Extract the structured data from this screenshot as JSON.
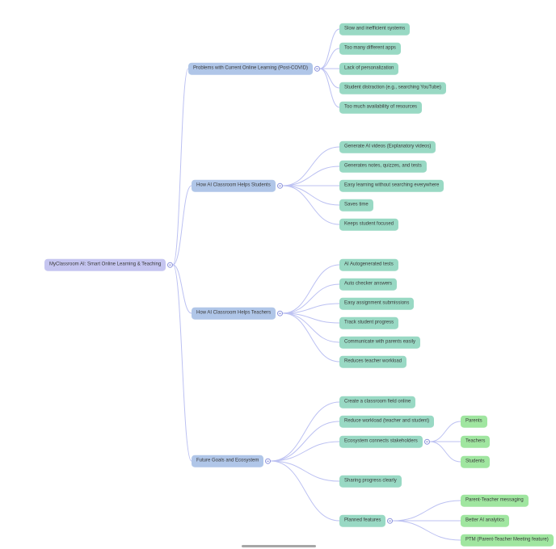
{
  "theme": {
    "background": "#ffffff",
    "root_color": "#c5c5f0",
    "branch_color": "#b0c6e8",
    "leaf_color": "#99d9c4",
    "subleaf_color": "#a0e6a0",
    "connector_color": "#bcc1f2",
    "text_color": "#3a3a3a"
  },
  "tree": {
    "label": "MyClassroom AI: Smart Online Learning & Teaching",
    "children": [
      {
        "label": "Problems with Current Online Learning (Post-COVID)",
        "children": [
          {
            "label": "Slow and inefficient systems"
          },
          {
            "label": "Too many different apps"
          },
          {
            "label": "Lack of personalization"
          },
          {
            "label": "Student distraction (e.g., searching YouTube)"
          },
          {
            "label": "Too much availability of resources"
          }
        ]
      },
      {
        "label": "How AI Classroom Helps Students",
        "children": [
          {
            "label": "Generate AI videos (Explanatory videos)"
          },
          {
            "label": "Generates notes, quizzes, and tests"
          },
          {
            "label": "Easy learning without searching everywhere"
          },
          {
            "label": "Saves time"
          },
          {
            "label": "Keeps student focused"
          }
        ]
      },
      {
        "label": "How AI Classroom Helps Teachers",
        "children": [
          {
            "label": "AI Autogenerated tests"
          },
          {
            "label": "Auto checker answers"
          },
          {
            "label": "Easy assignment submissions"
          },
          {
            "label": "Track student progress"
          },
          {
            "label": "Communicate with parents easily"
          },
          {
            "label": "Reduces teacher workload"
          }
        ]
      },
      {
        "label": "Future Goals and Ecosystem",
        "children": [
          {
            "label": "Create a classroom field online"
          },
          {
            "label": "Reduce workload (teacher and student)"
          },
          {
            "label": "Ecosystem connects stakeholders",
            "children": [
              {
                "label": "Parents"
              },
              {
                "label": "Teachers"
              },
              {
                "label": "Students"
              }
            ]
          },
          {
            "label": "Sharing progress clearly"
          },
          {
            "label": "Planned features",
            "children": [
              {
                "label": "Parent-Teacher messaging"
              },
              {
                "label": "Better AI analytics"
              },
              {
                "label": "PTM (Parent-Teacher Meeting feature)"
              }
            ]
          }
        ]
      }
    ]
  }
}
